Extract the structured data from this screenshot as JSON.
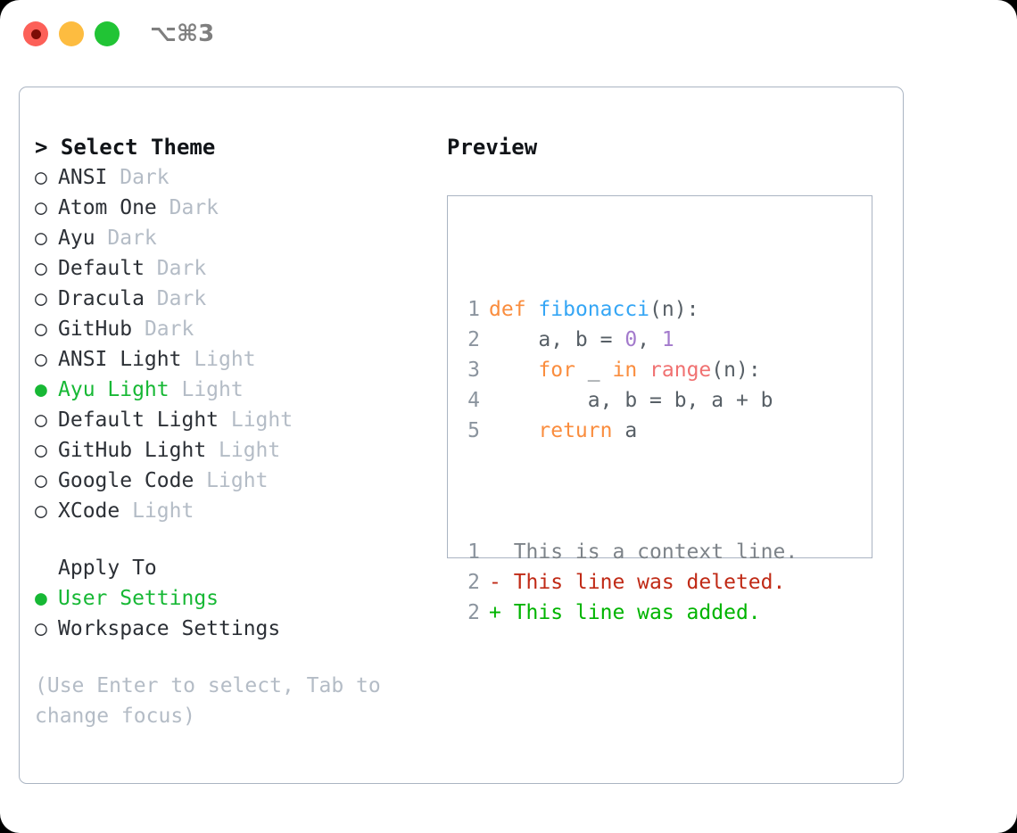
{
  "titlebar": {
    "shortcut": "⌥⌘3",
    "buttons": [
      {
        "name": "close",
        "color": "#fc6058"
      },
      {
        "name": "minimize",
        "color": "#fdbc40"
      },
      {
        "name": "maximize",
        "color": "#21c435"
      }
    ]
  },
  "theme_list": {
    "header": "> Select Theme",
    "items": [
      {
        "marker": "○",
        "name": "ANSI",
        "variant": "Dark",
        "selected": false
      },
      {
        "marker": "○",
        "name": "Atom One",
        "variant": "Dark",
        "selected": false
      },
      {
        "marker": "○",
        "name": "Ayu",
        "variant": "Dark",
        "selected": false
      },
      {
        "marker": "○",
        "name": "Default",
        "variant": "Dark",
        "selected": false
      },
      {
        "marker": "○",
        "name": "Dracula",
        "variant": "Dark",
        "selected": false
      },
      {
        "marker": "○",
        "name": "GitHub",
        "variant": "Dark",
        "selected": false
      },
      {
        "marker": "○",
        "name": "ANSI Light",
        "variant": "Light",
        "selected": false
      },
      {
        "marker": "●",
        "name": "Ayu Light",
        "variant": "Light",
        "selected": true
      },
      {
        "marker": "○",
        "name": "Default Light",
        "variant": "Light",
        "selected": false
      },
      {
        "marker": "○",
        "name": "GitHub Light",
        "variant": "Light",
        "selected": false
      },
      {
        "marker": "○",
        "name": "Google Code",
        "variant": "Light",
        "selected": false
      },
      {
        "marker": "○",
        "name": "XCode",
        "variant": "Light",
        "selected": false
      }
    ]
  },
  "apply_to": {
    "header": "Apply To",
    "items": [
      {
        "marker": "●",
        "label": "User Settings",
        "selected": true
      },
      {
        "marker": "○",
        "label": "Workspace Settings",
        "selected": false
      }
    ]
  },
  "hint": "(Use Enter to select, Tab to change focus)",
  "preview": {
    "title": "Preview",
    "code_lines": [
      {
        "ln": "1",
        "tokens": [
          {
            "t": "def",
            "c": "kw"
          },
          {
            "t": " ",
            "c": "pl"
          },
          {
            "t": "fibonacci",
            "c": "fn"
          },
          {
            "t": "(n):",
            "c": "pl"
          }
        ]
      },
      {
        "ln": "2",
        "tokens": [
          {
            "t": "    a, b = ",
            "c": "pl"
          },
          {
            "t": "0",
            "c": "num"
          },
          {
            "t": ", ",
            "c": "pl"
          },
          {
            "t": "1",
            "c": "num"
          }
        ]
      },
      {
        "ln": "3",
        "tokens": [
          {
            "t": "    ",
            "c": "pl"
          },
          {
            "t": "for",
            "c": "kw"
          },
          {
            "t": " _ ",
            "c": "pl"
          },
          {
            "t": "in",
            "c": "kw"
          },
          {
            "t": " ",
            "c": "pl"
          },
          {
            "t": "range",
            "c": "bi"
          },
          {
            "t": "(n):",
            "c": "pl"
          }
        ]
      },
      {
        "ln": "4",
        "tokens": [
          {
            "t": "        a, b = b, a + b",
            "c": "pl"
          }
        ]
      },
      {
        "ln": "5",
        "tokens": [
          {
            "t": "    ",
            "c": "pl"
          },
          {
            "t": "return",
            "c": "kw"
          },
          {
            "t": " a",
            "c": "pl"
          }
        ]
      }
    ],
    "diff_lines": [
      {
        "ln": "1",
        "tokens": [
          {
            "t": "  This is a context line.",
            "c": "ctx"
          }
        ]
      },
      {
        "ln": "2",
        "tokens": [
          {
            "t": "- This line was deleted.",
            "c": "del"
          }
        ]
      },
      {
        "ln": "2",
        "tokens": [
          {
            "t": "+ This line was added.",
            "c": "add"
          }
        ]
      }
    ]
  },
  "colors": {
    "accent_green": "#17b835",
    "muted": "#b4bcc6",
    "border": "#aab4c2",
    "keyword": "#fa8d3e",
    "function": "#35a6f5",
    "number": "#a37acc",
    "builtin": "#f07171",
    "diff_added": "#00b400",
    "diff_deleted": "#c02a16"
  }
}
